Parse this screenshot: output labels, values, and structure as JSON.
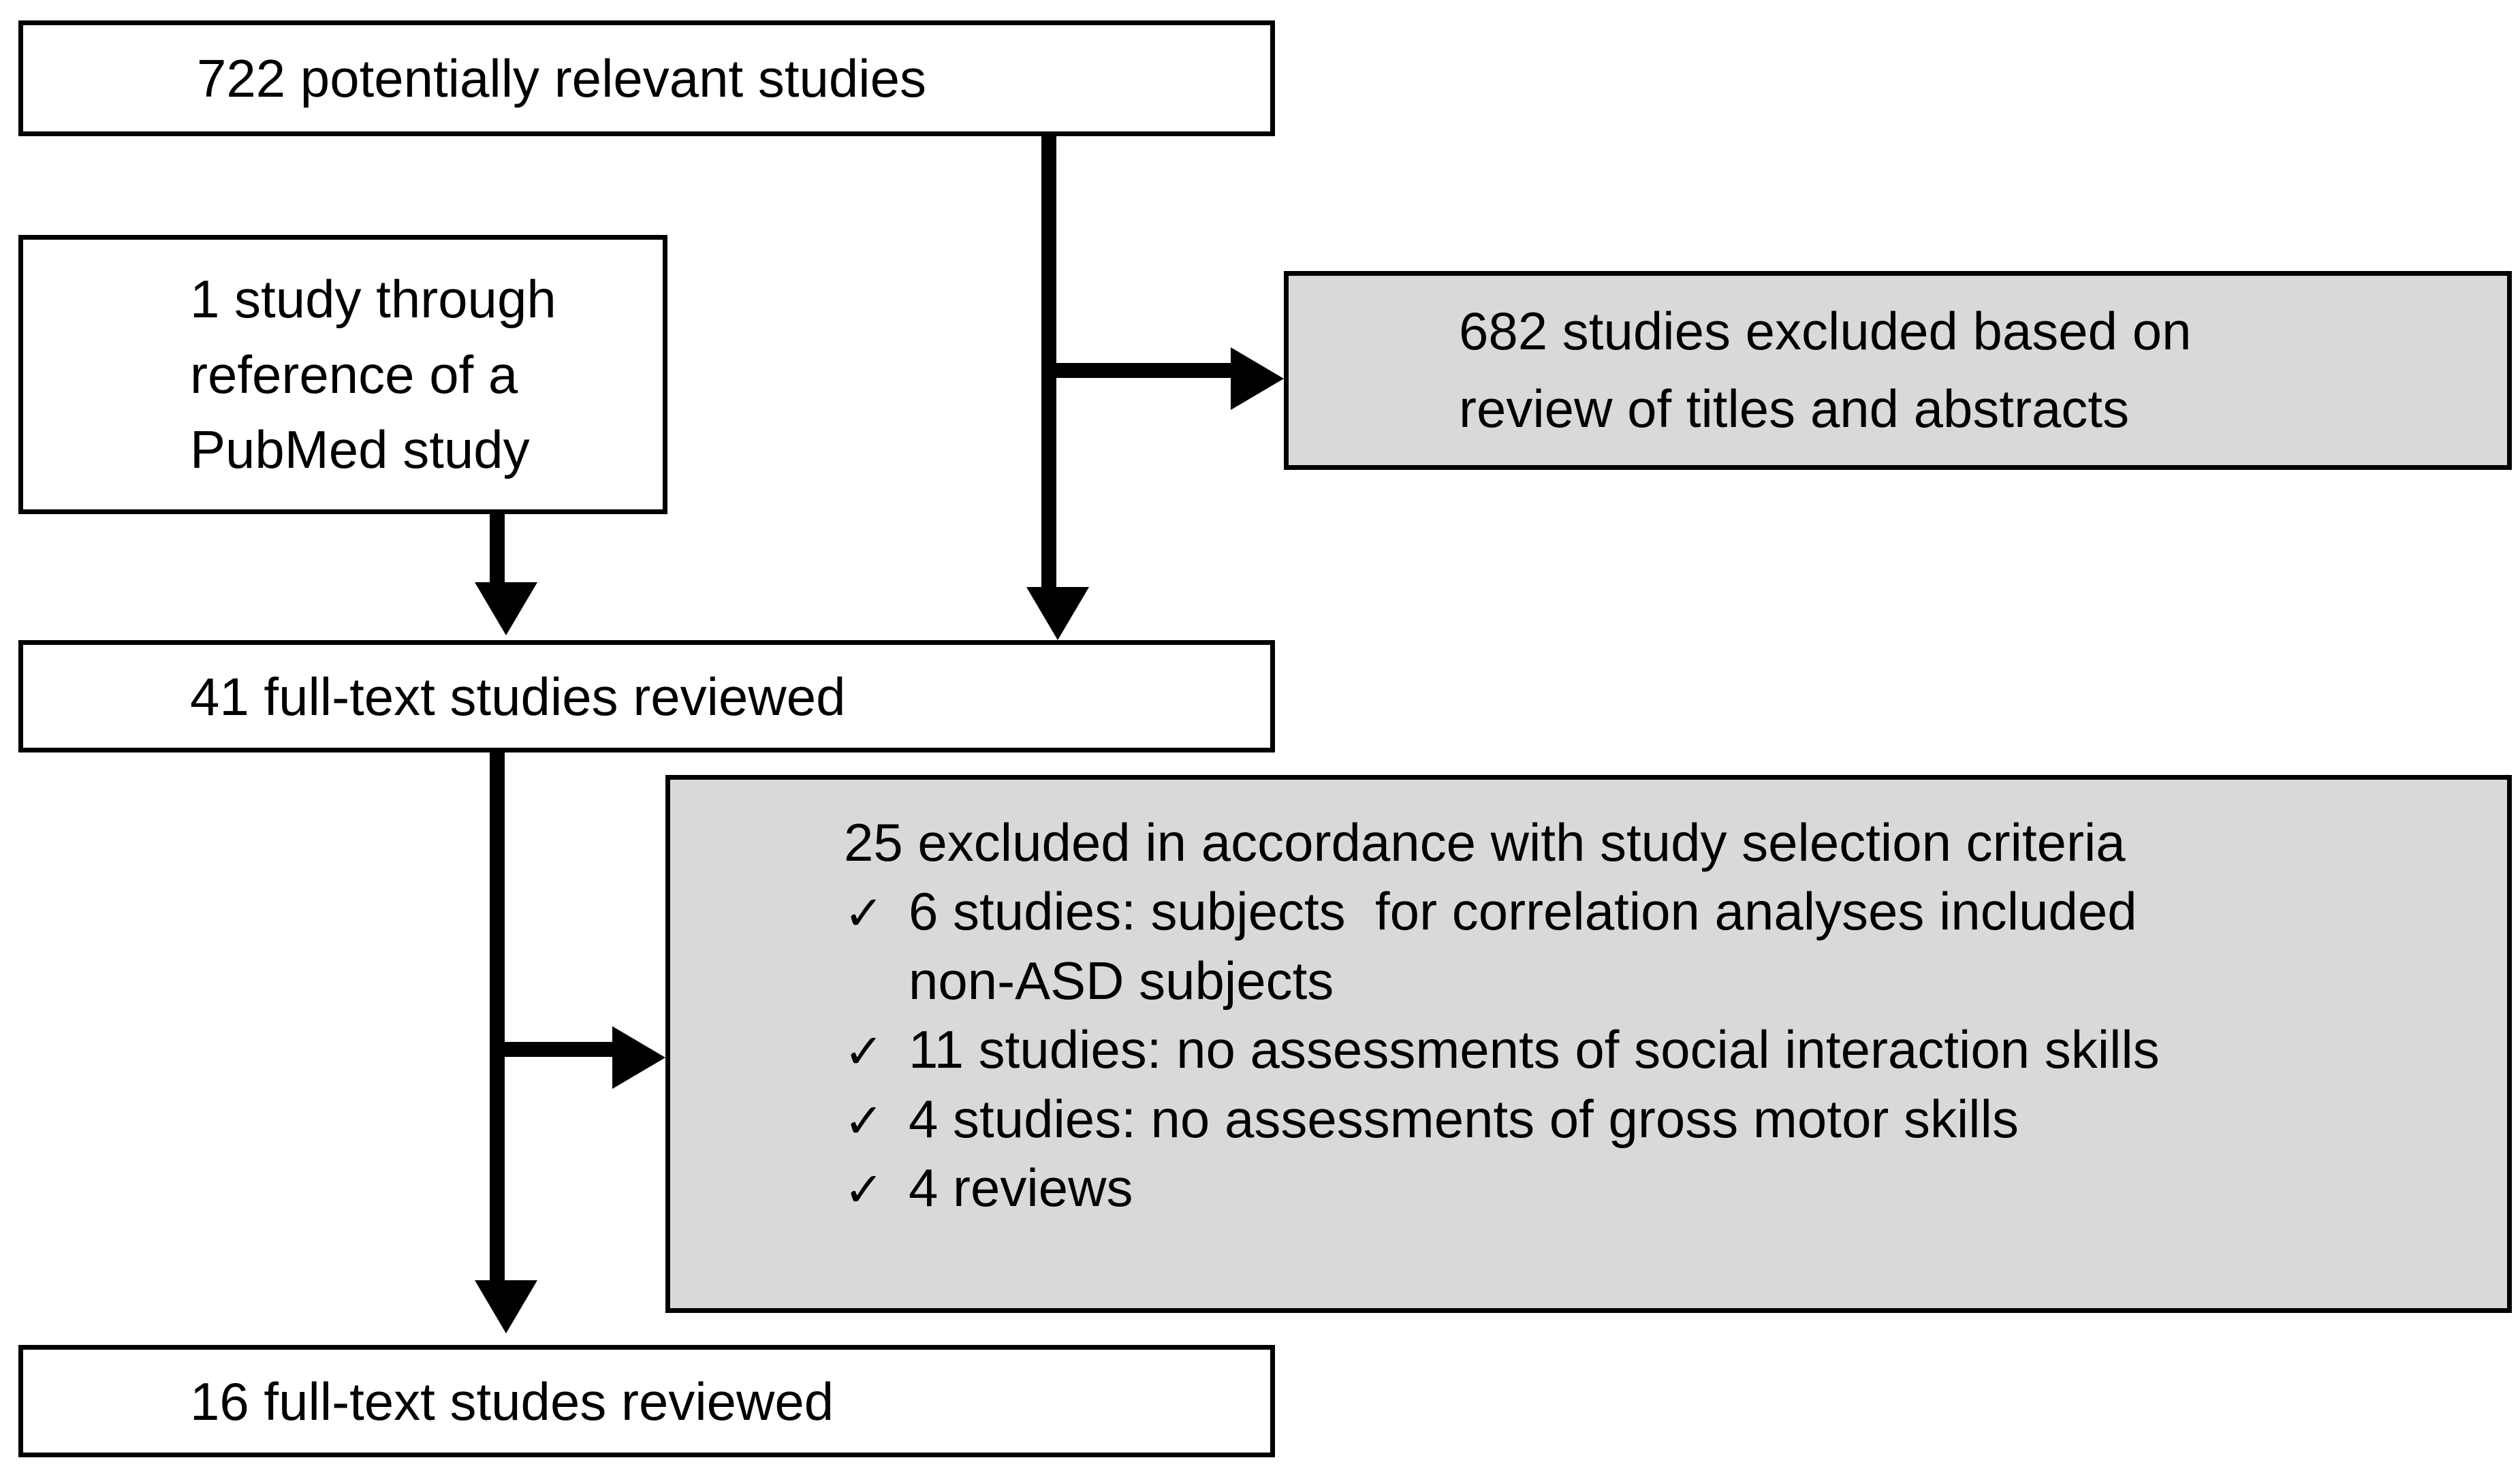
{
  "figure": {
    "type": "prisma-study-selection-flowchart",
    "colors": {
      "shaded_box_fill": "#d9d9d9",
      "box_fill": "#ffffff",
      "border": "#000000",
      "text": "#000000"
    }
  },
  "nodes": {
    "potentially_relevant": {
      "label": "722 potentially relevant studies",
      "count": 722,
      "style": "white"
    },
    "reference_study": {
      "line1": "1 study through",
      "line2": "reference of a",
      "line3": "PubMed study",
      "count": 1,
      "style": "white"
    },
    "excluded_titles": {
      "line1": "682 studies excluded based on",
      "line2": "review of titles and abstracts",
      "count": 682,
      "style": "shaded"
    },
    "full_text_41": {
      "label": "41 full-text studies reviewed",
      "count": 41,
      "style": "white"
    },
    "excluded_criteria": {
      "heading": "25 excluded in accordance with study selection criteria",
      "count": 25,
      "style": "shaded",
      "check_glyph": "✓",
      "items": [
        {
          "line1": "6 studies: subjects  for correlation analyses included",
          "line2": "non-ASD subjects",
          "count": 6
        },
        {
          "line1": "11 studies: no assessments of social interaction skills",
          "line2": "",
          "count": 11
        },
        {
          "line1": "4 studies: no assessments of gross motor skills",
          "line2": "",
          "count": 4
        },
        {
          "line1": "4 reviews",
          "line2": "",
          "count": 4
        }
      ]
    },
    "full_text_16": {
      "label": "16 full-text studes reviewed",
      "count": 16,
      "style": "white"
    }
  }
}
